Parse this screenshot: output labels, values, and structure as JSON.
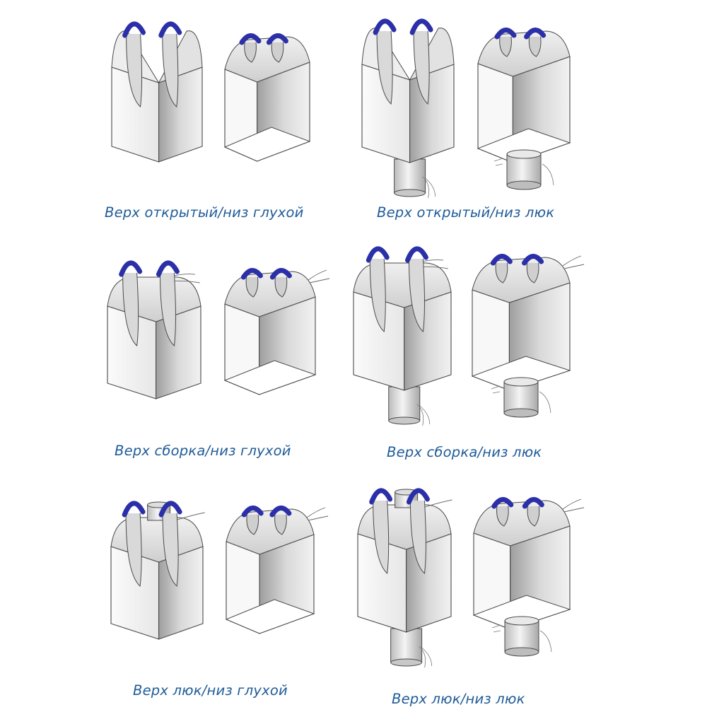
{
  "captions": [
    "Верх открытый/низ глухой",
    "Верх открытый/низ люк",
    "Верх сборка/низ глухой",
    "Верх сборка/низ люк",
    "Верх люк/низ глухой",
    "Верх люк/низ люк"
  ],
  "colors": {
    "caption": "#1f5c99",
    "loop": "#2b2fa8",
    "outline": "#4a4a4a",
    "bag_light": "#f7f7f7",
    "bag_shade": "#bdbdbd"
  },
  "variants": [
    {
      "top": "open",
      "bottom": "closed"
    },
    {
      "top": "open",
      "bottom": "spout"
    },
    {
      "top": "duffle",
      "bottom": "closed"
    },
    {
      "top": "duffle",
      "bottom": "spout"
    },
    {
      "top": "spout",
      "bottom": "closed"
    },
    {
      "top": "spout",
      "bottom": "spout"
    }
  ]
}
